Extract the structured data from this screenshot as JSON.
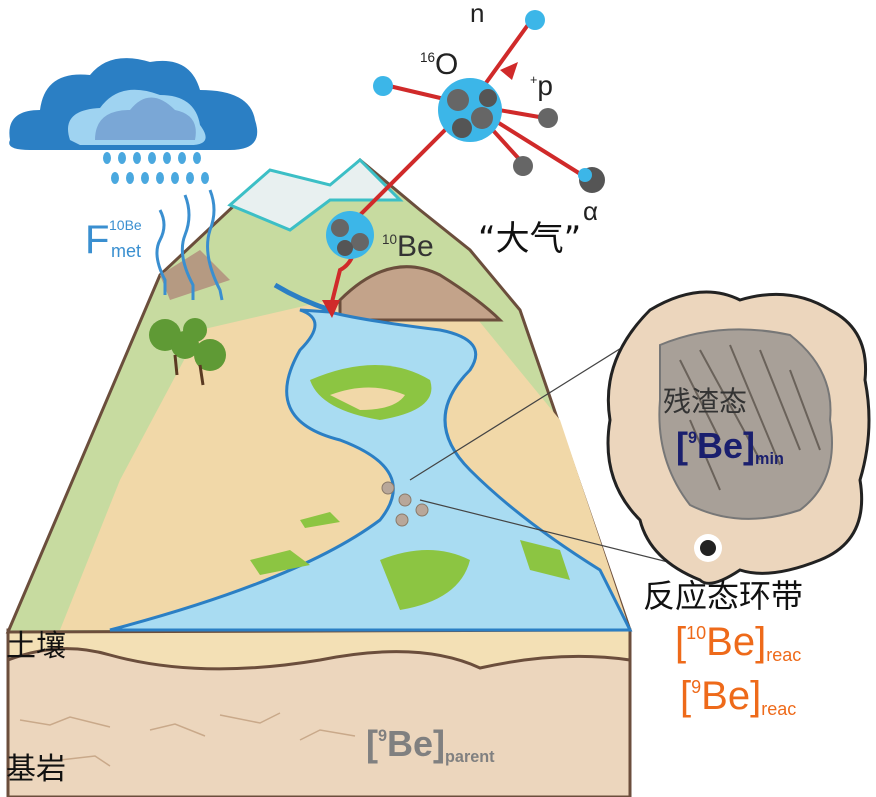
{
  "labels": {
    "neutron": "n",
    "oxygen_mass": "16",
    "oxygen": "O",
    "proton_charge": "+",
    "proton": "p",
    "alpha": "α",
    "be10_mass": "10",
    "be10": "Be",
    "atmosphere": "“大气”",
    "flux_F": "F",
    "flux_sup": "10Be",
    "flux_sub": "met",
    "residual_phase": "残渣态",
    "be9_min_mass": "9",
    "be9_min": "Be",
    "be9_min_sub": "min",
    "reactive_rim": "反应态环带",
    "be10_reac_mass": "10",
    "be10_reac": "Be",
    "be10_reac_sub": "reac",
    "be9_reac_mass": "9",
    "be9_reac": "Be",
    "be9_reac_sub": "reac",
    "soil": "土壤",
    "bedrock": "基岩",
    "be9_parent_mass": "9",
    "be9_parent": "Be",
    "be9_parent_sub": "parent"
  },
  "colors": {
    "reaction_arrow": "#d02a2a",
    "meteoric_blue": "#3a8fd0",
    "mineral_navy": "#1a1f6e",
    "reactive_orange": "#ee6a1a",
    "parent_gray": "#808080"
  }
}
